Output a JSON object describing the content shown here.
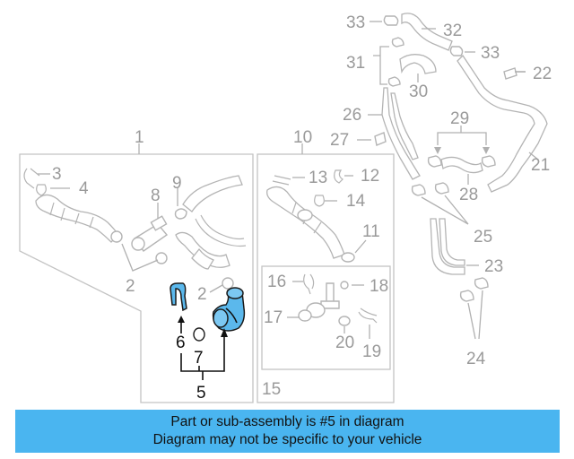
{
  "diagram": {
    "highlight_color": "#5bb8ec",
    "callouts": {
      "c1": "1",
      "c2a": "2",
      "c2b": "2",
      "c3": "3",
      "c4": "4",
      "c5": "5",
      "c6": "6",
      "c7": "7",
      "c8": "8",
      "c9": "9",
      "c10": "10",
      "c11": "11",
      "c12": "12",
      "c13": "13",
      "c14": "14",
      "c15": "15",
      "c16": "16",
      "c17": "17",
      "c18": "18",
      "c19": "19",
      "c20": "20",
      "c21": "21",
      "c22": "22",
      "c23": "23",
      "c24": "24",
      "c25": "25",
      "c26": "26",
      "c27": "27",
      "c28": "28",
      "c29": "29",
      "c30": "30",
      "c31": "31",
      "c32": "32",
      "c33a": "33",
      "c33b": "33"
    }
  },
  "banner": {
    "line1": "Part or sub-assembly is #5 in diagram",
    "line2": "Diagram may not be specific to your vehicle",
    "color": "#4ab5f0"
  }
}
